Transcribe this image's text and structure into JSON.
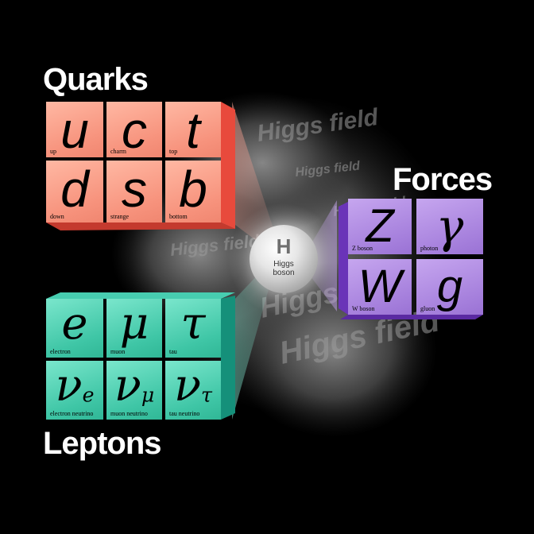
{
  "field_text": "Higgs field",
  "groups": {
    "quarks": {
      "title": "Quarks",
      "color": "#f7937d",
      "side": "#e84a3c"
    },
    "leptons": {
      "title": "Leptons",
      "color": "#3fc6a6",
      "side": "#15907a"
    },
    "forces": {
      "title": "Forces",
      "color": "#a57fdc",
      "side": "#6a34b8"
    }
  },
  "quarks": [
    {
      "symbol": "u",
      "name": "up"
    },
    {
      "symbol": "c",
      "name": "charm"
    },
    {
      "symbol": "t",
      "name": "top"
    },
    {
      "symbol": "d",
      "name": "down"
    },
    {
      "symbol": "s",
      "name": "strange"
    },
    {
      "symbol": "b",
      "name": "bottom"
    }
  ],
  "leptons": [
    {
      "symbol": "e",
      "sub": "",
      "name": "electron"
    },
    {
      "symbol": "μ",
      "sub": "",
      "name": "muon"
    },
    {
      "symbol": "τ",
      "sub": "",
      "name": "tau"
    },
    {
      "symbol": "ν",
      "sub": "e",
      "name": "electron neutrino"
    },
    {
      "symbol": "ν",
      "sub": "μ",
      "name": "muon neutrino"
    },
    {
      "symbol": "ν",
      "sub": "τ",
      "name": "tau neutrino"
    }
  ],
  "bosons": [
    {
      "symbol": "Z",
      "name": "Z boson"
    },
    {
      "symbol": "γ",
      "name": "photon"
    },
    {
      "symbol": "W",
      "name": "W boson"
    },
    {
      "symbol": "g",
      "name": "gluon"
    }
  ],
  "higgs": {
    "symbol": "H",
    "name_line1": "Higgs",
    "name_line2": "boson"
  }
}
